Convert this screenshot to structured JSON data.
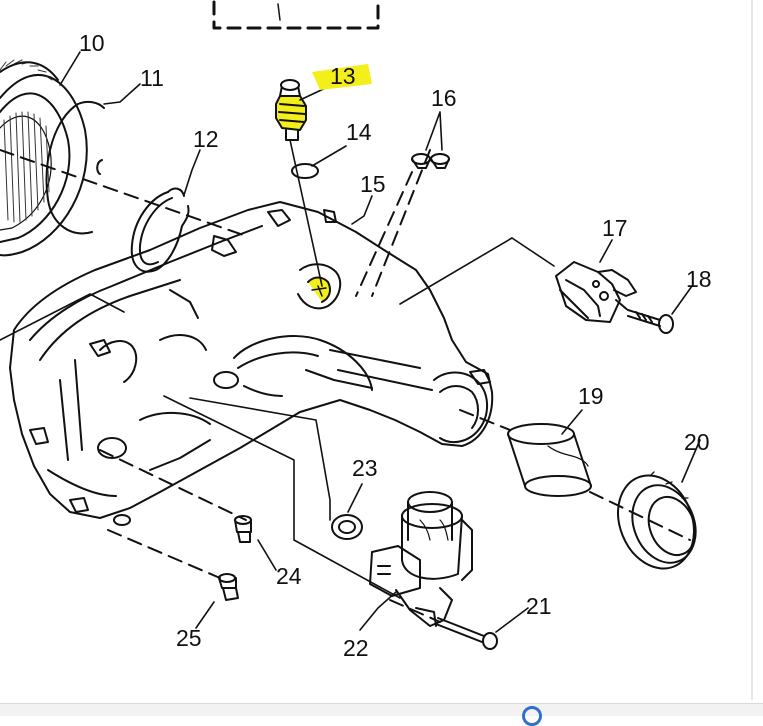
{
  "highlight_color": "#f4ee1a",
  "callouts": {
    "c10": "10",
    "c11": "11",
    "c12": "12",
    "c13": "13",
    "c14": "14",
    "c15": "15",
    "c16": "16",
    "c17": "17",
    "c18": "18",
    "c19": "19",
    "c20": "20",
    "c21": "21",
    "c22": "22",
    "c23": "23",
    "c24": "24",
    "c25": "25"
  },
  "icons": {
    "bottom": "circle-icon"
  }
}
